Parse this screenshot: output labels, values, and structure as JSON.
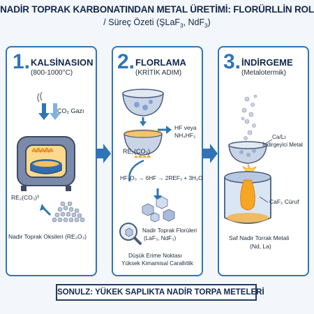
{
  "title": {
    "line1": "NADİR TOPRAK KARBONATINDAN METAL ÜRETİMİ: FLORÜRLLİN ROL",
    "line2_prefix": "/ Süreç Özeti (ŞLaF",
    "line2_mid": ", NdF",
    "line2_suffix": ")"
  },
  "steps": [
    {
      "number": "1.",
      "name": "KALSİNASION",
      "sub": "(800-1000°C)"
    },
    {
      "number": "2.",
      "name": "FLORLAMA",
      "sub": "(KRİTİK ADIM)"
    },
    {
      "number": "3.",
      "name": "İNDİRGEME",
      "sub": "(Metalotermik)"
    }
  ],
  "step1": {
    "gas": "CO₂ Gazı",
    "carbonate": "RE₂(CO₃)³",
    "oxides": "Nadir Toprak Oksileri (RE₂O₃)"
  },
  "step2": {
    "vessel": "RE₂(CO₃)",
    "gas_line1": "HF veya",
    "gas_line2": "NH₄HF₂",
    "equation": "HF₃O₃ → 6HF → 2REF₃ + 3H₂O",
    "fluorides_line1": "Nadir Toprak Florüleri",
    "fluorides_line2": "(LaF₃, NdF₃)",
    "props_line1": "Düşük Erime Noktası",
    "props_line2": "Yüksek Kimamisal Carallıtlik"
  },
  "step3": {
    "reducer_line1": "Ca/Lı",
    "reducer_line2": "İndirgeyici Metal",
    "slag": "CaF₂ Cüruf",
    "metal_line1": "Saf Nadir Torrak Metali",
    "metal_line2": "(Nd, La)"
  },
  "conclusion": "SONULZ: YÜKEK SAPLIKTA NADİR TORPA METELERİ",
  "colors": {
    "accent": "#2f75b5",
    "navy": "#13284a",
    "flame": "#f2a33a",
    "molten": "#f5a623"
  }
}
